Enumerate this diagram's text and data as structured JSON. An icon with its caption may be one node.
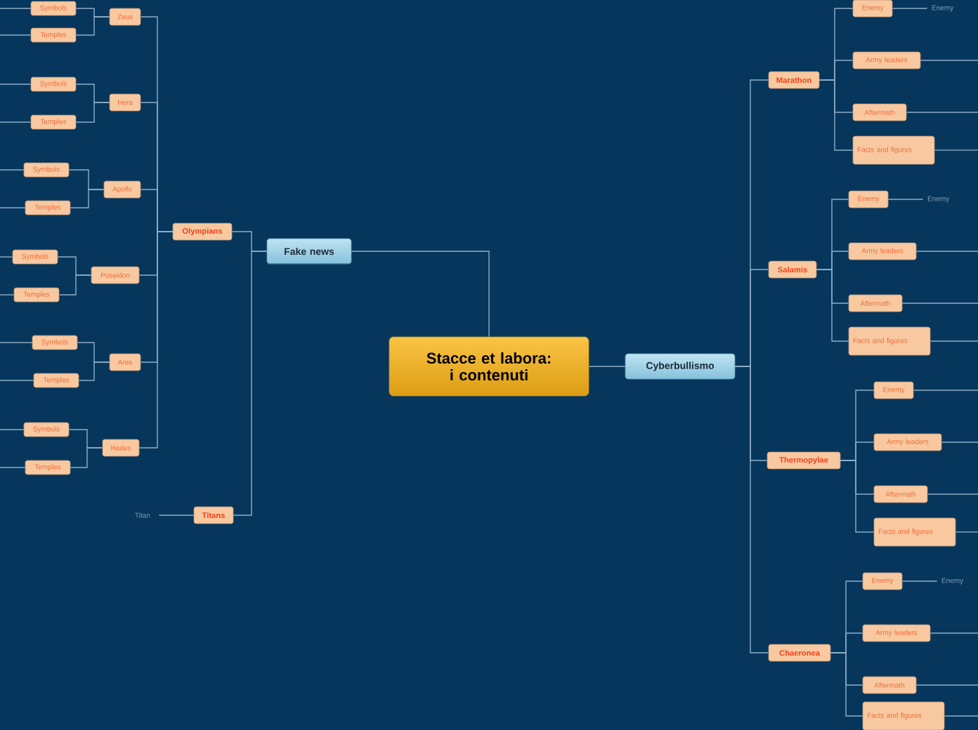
{
  "diagram": {
    "nodes": [
      {
        "text": [
          "Stacce et labora: i contenuti"
        ]
      },
      {
        "text": [
          "Fake news"
        ]
      },
      {
        "text": [
          "Cyberbullismo"
        ]
      },
      {
        "text": [
          "Olympians"
        ]
      },
      {
        "text": [
          "Titans"
        ]
      },
      {
        "text": [
          "Zeus"
        ]
      },
      {
        "text": [
          "Symbols"
        ]
      },
      {
        "text": [
          "Temples"
        ]
      },
      {
        "text": [
          "Hera"
        ]
      },
      {
        "text": [
          "Symbols"
        ]
      },
      {
        "text": [
          "Temples"
        ]
      },
      {
        "text": [
          "Apollo"
        ]
      },
      {
        "text": [
          "Symbols"
        ]
      },
      {
        "text": [
          "Temples"
        ]
      },
      {
        "text": [
          "Poseidon"
        ]
      },
      {
        "text": [
          "Symbols"
        ]
      },
      {
        "text": [
          "Temples"
        ]
      },
      {
        "text": [
          "Ares"
        ]
      },
      {
        "text": [
          "Symbols"
        ]
      },
      {
        "text": [
          "Temples"
        ]
      },
      {
        "text": [
          "Hades"
        ]
      },
      {
        "text": [
          "Symbols"
        ]
      },
      {
        "text": [
          "Temples"
        ]
      },
      {
        "text": [
          "Titan"
        ]
      },
      {
        "text": [
          "Marathon"
        ]
      },
      {
        "text": [
          "Enemy"
        ]
      },
      {
        "text": [
          "Army leaders"
        ]
      },
      {
        "text": [
          "Aftermath"
        ]
      },
      {
        "text": [
          "Facts and figures"
        ]
      },
      {
        "text": [
          "Enemy"
        ]
      },
      {
        "text": [
          "Salamis"
        ]
      },
      {
        "text": [
          "Enemy"
        ]
      },
      {
        "text": [
          "Army leaders"
        ]
      },
      {
        "text": [
          "Aftermath"
        ]
      },
      {
        "text": [
          "Facts and figures"
        ]
      },
      {
        "text": [
          "Enemy"
        ]
      },
      {
        "text": [
          "Thermopylae"
        ]
      },
      {
        "text": [
          "Enemy"
        ]
      },
      {
        "text": [
          "Army leaders"
        ]
      },
      {
        "text": [
          "Aftermath"
        ]
      },
      {
        "text": [
          "Facts and figures"
        ]
      },
      {
        "text": [
          "Chaeronea"
        ]
      },
      {
        "text": [
          "Enemy"
        ]
      },
      {
        "text": [
          "Army leaders"
        ]
      },
      {
        "text": [
          "Aftermath"
        ]
      },
      {
        "text": [
          "Facts and figures"
        ]
      },
      {
        "text": [
          "Enemy"
        ]
      }
    ],
    "edges": [
      {
        "from": 0,
        "to": 1,
        "arrow": "none"
      },
      {
        "from": 0,
        "to": 2,
        "arrow": "none"
      },
      {
        "from": 1,
        "to": 3,
        "arrow": "none"
      },
      {
        "from": 1,
        "to": 4,
        "arrow": "none"
      },
      {
        "from": 3,
        "to": 5,
        "arrow": "none"
      },
      {
        "from": 3,
        "to": 8,
        "arrow": "none"
      },
      {
        "from": 3,
        "to": 11,
        "arrow": "none"
      },
      {
        "from": 3,
        "to": 14,
        "arrow": "none"
      },
      {
        "from": 3,
        "to": 17,
        "arrow": "none"
      },
      {
        "from": 3,
        "to": 20,
        "arrow": "none"
      },
      {
        "from": 5,
        "to": 6,
        "arrow": "none"
      },
      {
        "from": 5,
        "to": 7,
        "arrow": "none"
      },
      {
        "from": 8,
        "to": 9,
        "arrow": "none"
      },
      {
        "from": 8,
        "to": 10,
        "arrow": "none"
      },
      {
        "from": 11,
        "to": 12,
        "arrow": "none"
      },
      {
        "from": 11,
        "to": 13,
        "arrow": "none"
      },
      {
        "from": 14,
        "to": 15,
        "arrow": "none"
      },
      {
        "from": 14,
        "to": 16,
        "arrow": "none"
      },
      {
        "from": 17,
        "to": 18,
        "arrow": "none"
      },
      {
        "from": 17,
        "to": 19,
        "arrow": "none"
      },
      {
        "from": 20,
        "to": 21,
        "arrow": "none"
      },
      {
        "from": 20,
        "to": 22,
        "arrow": "none"
      },
      {
        "from": 6,
        "to": null,
        "arrow": "none"
      },
      {
        "from": 7,
        "to": null,
        "arrow": "none"
      },
      {
        "from": 9,
        "to": null,
        "arrow": "none"
      },
      {
        "from": 10,
        "to": null,
        "arrow": "none"
      },
      {
        "from": 12,
        "to": null,
        "arrow": "none"
      },
      {
        "from": 13,
        "to": null,
        "arrow": "none"
      },
      {
        "from": 15,
        "to": null,
        "arrow": "none"
      },
      {
        "from": 16,
        "to": null,
        "arrow": "none"
      },
      {
        "from": 18,
        "to": null,
        "arrow": "none"
      },
      {
        "from": 19,
        "to": null,
        "arrow": "none"
      },
      {
        "from": 21,
        "to": null,
        "arrow": "none"
      },
      {
        "from": 22,
        "to": null,
        "arrow": "none"
      },
      {
        "from": 4,
        "to": 23,
        "arrow": "none"
      },
      {
        "from": 2,
        "to": 24,
        "arrow": "none"
      },
      {
        "from": 2,
        "to": 30,
        "arrow": "none"
      },
      {
        "from": 2,
        "to": 36,
        "arrow": "none"
      },
      {
        "from": 2,
        "to": 41,
        "arrow": "none"
      },
      {
        "from": 24,
        "to": 25,
        "arrow": "none"
      },
      {
        "from": 24,
        "to": 26,
        "arrow": "none"
      },
      {
        "from": 24,
        "to": 27,
        "arrow": "none"
      },
      {
        "from": 24,
        "to": 28,
        "arrow": "none"
      },
      {
        "from": 25,
        "to": 29,
        "arrow": "none"
      },
      {
        "from": 26,
        "to": null,
        "arrow": "none"
      },
      {
        "from": 27,
        "to": null,
        "arrow": "none"
      },
      {
        "from": 28,
        "to": null,
        "arrow": "none"
      },
      {
        "from": 30,
        "to": 31,
        "arrow": "none"
      },
      {
        "from": 30,
        "to": 32,
        "arrow": "none"
      },
      {
        "from": 30,
        "to": 33,
        "arrow": "none"
      },
      {
        "from": 30,
        "to": 34,
        "arrow": "none"
      },
      {
        "from": 31,
        "to": 35,
        "arrow": "none"
      },
      {
        "from": 32,
        "to": null,
        "arrow": "none"
      },
      {
        "from": 33,
        "to": null,
        "arrow": "none"
      },
      {
        "from": 34,
        "to": null,
        "arrow": "none"
      },
      {
        "from": 36,
        "to": 37,
        "arrow": "none"
      },
      {
        "from": 36,
        "to": 38,
        "arrow": "none"
      },
      {
        "from": 36,
        "to": 39,
        "arrow": "none"
      },
      {
        "from": 36,
        "to": 40,
        "arrow": "none"
      },
      {
        "from": 37,
        "to": null,
        "arrow": "none"
      },
      {
        "from": 38,
        "to": null,
        "arrow": "none"
      },
      {
        "from": 39,
        "to": null,
        "arrow": "none"
      },
      {
        "from": 40,
        "to": null,
        "arrow": "none"
      },
      {
        "from": 41,
        "to": 42,
        "arrow": "none"
      },
      {
        "from": 41,
        "to": 43,
        "arrow": "none"
      },
      {
        "from": 41,
        "to": 44,
        "arrow": "none"
      },
      {
        "from": 41,
        "to": 45,
        "arrow": "none"
      },
      {
        "from": 42,
        "to": 46,
        "arrow": "none"
      },
      {
        "from": 43,
        "to": null,
        "arrow": "none"
      },
      {
        "from": 44,
        "to": null,
        "arrow": "none"
      },
      {
        "from": 45,
        "to": null,
        "arrow": "none"
      }
    ]
  }
}
